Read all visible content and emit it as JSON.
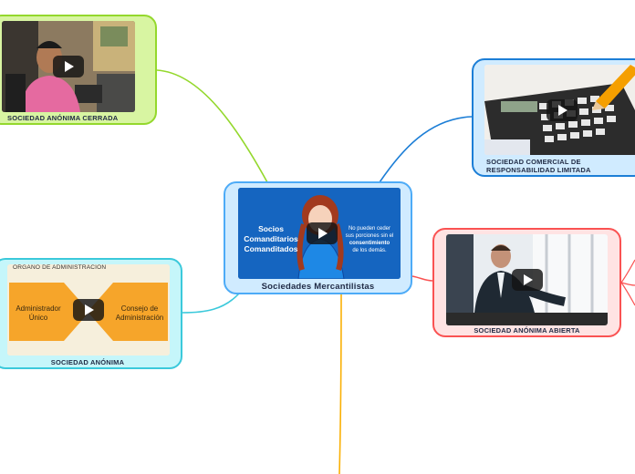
{
  "center": {
    "title": "Sociedades Mercantilistas",
    "thumb_left_text": "Socios\nComanditarios\nComanditados",
    "thumb_right_line1": "No pueden ceder",
    "thumb_right_line2": "sus porciones sin el",
    "thumb_right_bold": "consentimiento",
    "thumb_right_line3": "de los demás."
  },
  "nodes": {
    "cerrada": "SOCIEDAD ANÓNIMA CERRADA",
    "limitada": "SOCIEDAD COMERCIAL DE RESPONSABILIDAD LIMITADA",
    "abierta": "SOCIEDAD ANÓNIMA ABIERTA",
    "anonima": "SOCIEDAD ANÓNIMA",
    "anonima_thumb_heading": "ÓRGANO DE ADMINISTRACIÓN",
    "anonima_thumb_left": "Administrador Único",
    "anonima_thumb_right": "Consejo de Administración"
  },
  "colors": {
    "green": "#94d82d",
    "blue": "#1c7ed6",
    "red": "#fa5252",
    "sky": "#3bc9db",
    "orange": "#fab005"
  }
}
